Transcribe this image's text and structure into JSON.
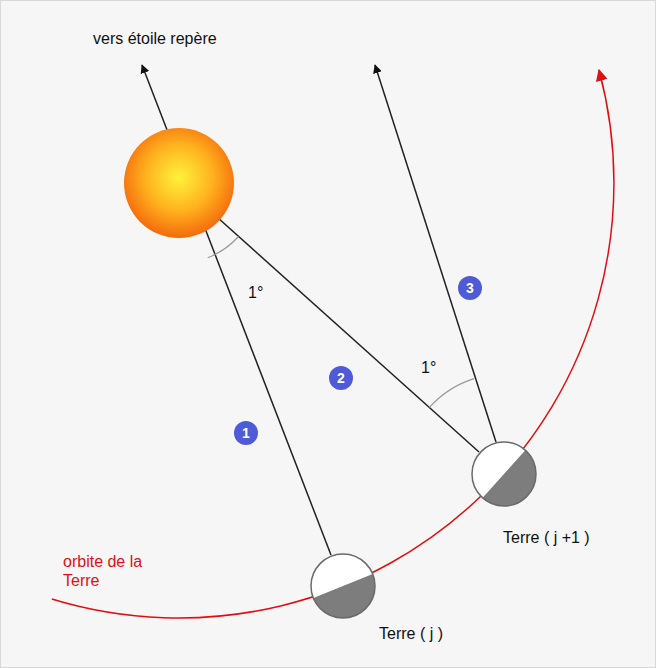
{
  "diagram": {
    "nodes": [
      {
        "text": [
          "Terre ( j +1 )"
        ]
      },
      {
        "text": [
          "Terre ( j )"
        ]
      }
    ],
    "labels": [
      "vers étoile repère",
      "1°",
      "1°",
      "3",
      "2",
      "1",
      "orbite de la Terre"
    ]
  }
}
